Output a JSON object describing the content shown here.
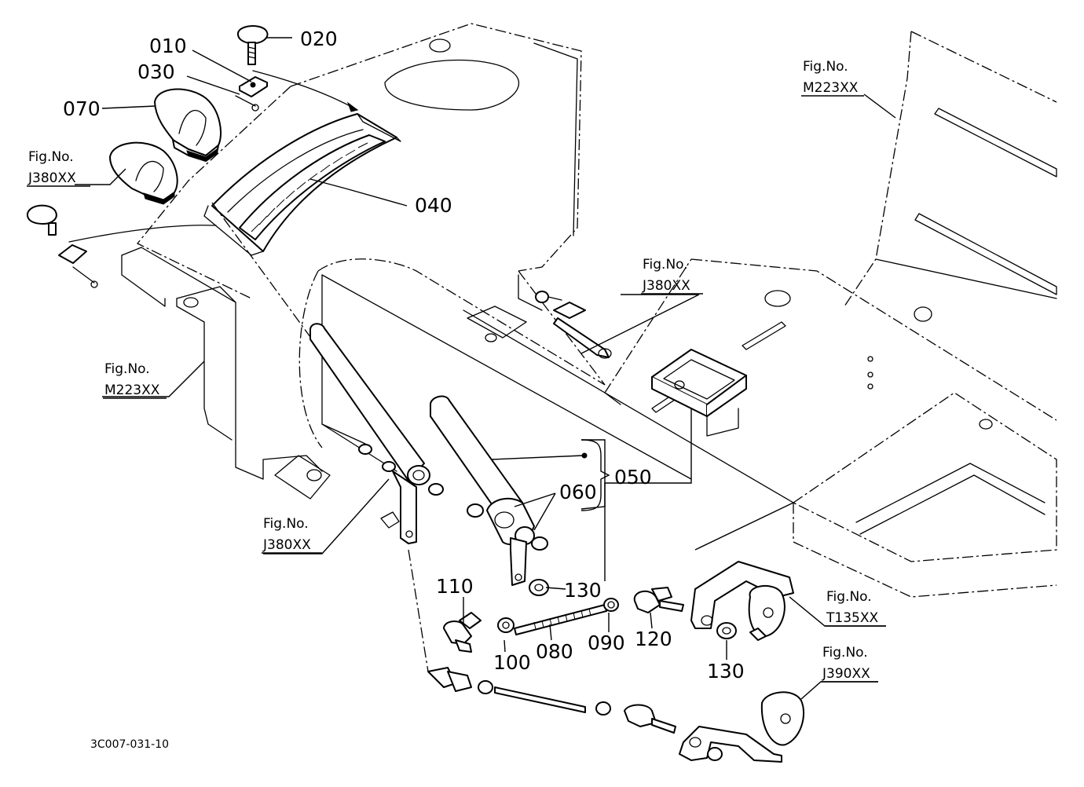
{
  "drawing_code": "3C007-031-10",
  "callouts": [
    {
      "id": "010",
      "text": "010"
    },
    {
      "id": "020",
      "text": "020"
    },
    {
      "id": "030",
      "text": "030"
    },
    {
      "id": "070",
      "text": "070"
    },
    {
      "id": "040",
      "text": "040"
    },
    {
      "id": "050",
      "text": "050"
    },
    {
      "id": "060",
      "text": "060"
    },
    {
      "id": "110",
      "text": "110"
    },
    {
      "id": "130a",
      "text": "130"
    },
    {
      "id": "100",
      "text": "100"
    },
    {
      "id": "080",
      "text": "080"
    },
    {
      "id": "090",
      "text": "090"
    },
    {
      "id": "120",
      "text": "120"
    },
    {
      "id": "130b",
      "text": "130"
    }
  ],
  "figure_refs": [
    {
      "id": "m223-top",
      "line1": "Fig.No.",
      "line2": "M223XX"
    },
    {
      "id": "j380-left",
      "line1": "Fig.No.",
      "line2": "J380XX"
    },
    {
      "id": "j380-mid",
      "line1": "Fig.No.",
      "line2": "J380XX"
    },
    {
      "id": "m223-left",
      "line1": "Fig.No.",
      "line2": "M223XX"
    },
    {
      "id": "j380-bottom",
      "line1": "Fig.No.",
      "line2": "J380XX"
    },
    {
      "id": "t135",
      "line1": "Fig.No.",
      "line2": "T135XX"
    },
    {
      "id": "j390",
      "line1": "Fig.No.",
      "line2": "J390XX"
    }
  ]
}
